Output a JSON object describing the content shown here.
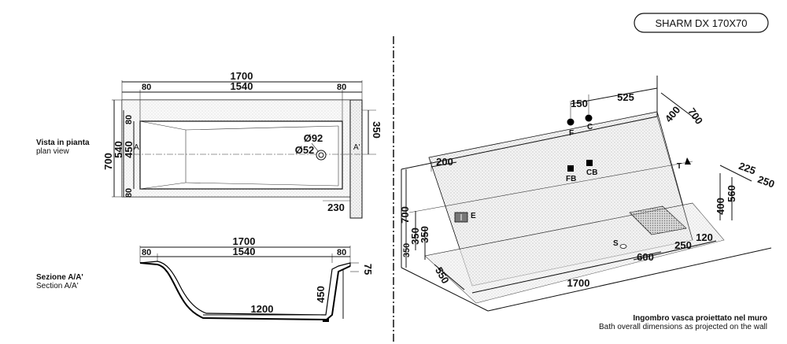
{
  "title": "SHARM DX 170X70",
  "plan_view": {
    "label_it": "Vista in pianta",
    "label_en": "plan view",
    "dims": {
      "total_length": "1700",
      "inner_length": "1540",
      "rim_left": "80",
      "rim_right": "80",
      "total_width": "700",
      "inner_width": "540",
      "rim_top": "80",
      "rim_bottom": "80",
      "half_width": "450",
      "drain_offset": "350",
      "side_panel": "230",
      "drain_outer": "Ø92",
      "drain_inner": "Ø52",
      "section_left": "A",
      "section_right": "A'"
    }
  },
  "section_view": {
    "label_it": "Sezione A/A'",
    "label_en": "Section A/A'",
    "dims": {
      "total_length": "1700",
      "inner_length": "1540",
      "rim_left": "80",
      "rim_right": "80",
      "height": "450",
      "rim_height": "75",
      "bottom_length": "1200"
    }
  },
  "wall_view": {
    "caption_it": "Ingombro vasca proiettato nel muro",
    "caption_en": "Bath overall dimensions as projected on the wall",
    "dims": {
      "d150": "150",
      "d525": "525",
      "d400": "400",
      "d700_top": "700",
      "d200": "200",
      "d700_left": "700",
      "d350_a": "350",
      "d350_b": "350",
      "d550": "550",
      "d1700": "1700",
      "d600": "600",
      "d250_a": "250",
      "d120": "120",
      "d225": "225",
      "d250_b": "250",
      "d560": "560",
      "d400_right": "400"
    },
    "points": {
      "F": "F",
      "C": "C",
      "FB": "FB",
      "CB": "CB",
      "E": "E",
      "S": "S",
      "T": "T"
    }
  }
}
